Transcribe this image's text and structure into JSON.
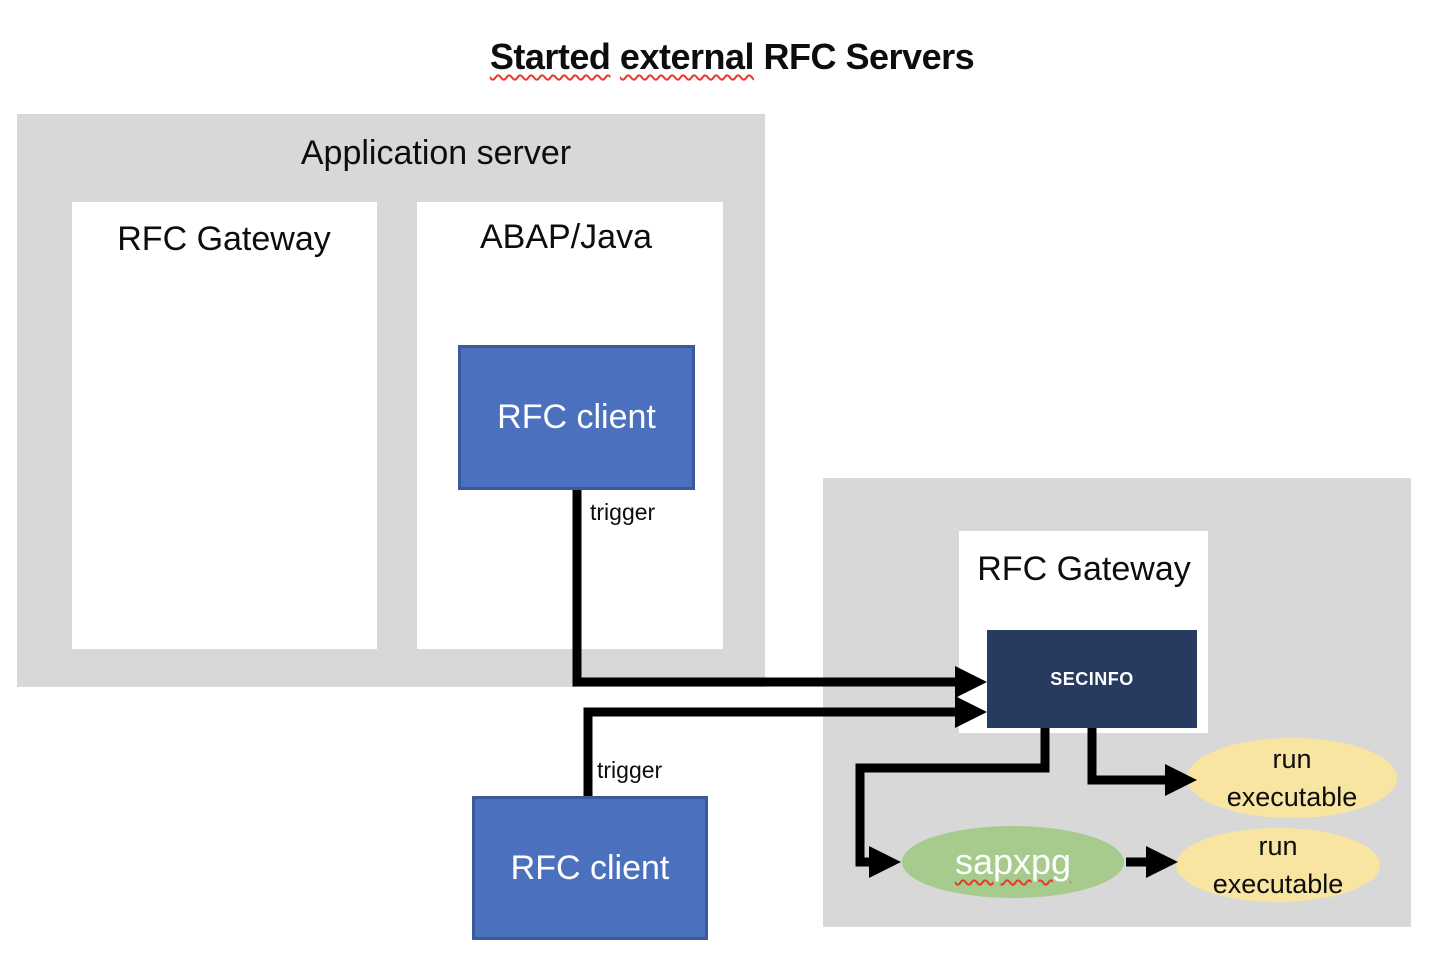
{
  "title": {
    "word1": "Started",
    "word2": "external",
    "word3": "RFC Servers"
  },
  "application_server": {
    "label": "Application server",
    "rfc_gateway": {
      "label": "RFC Gateway"
    },
    "abap_java": {
      "label": "ABAP/Java",
      "rfc_client": {
        "label": "RFC client"
      }
    },
    "trigger_label": "trigger"
  },
  "external_client": {
    "label": "RFC client",
    "trigger_label": "trigger"
  },
  "gateway_panel": {
    "rfc_gateway": {
      "label": "RFC Gateway",
      "secinfo": {
        "label": "SECINFO"
      }
    },
    "sapxpg": {
      "label": "sapxpg"
    },
    "run_executable_top": {
      "line1": "run",
      "line2": "executable"
    },
    "run_executable_bottom": {
      "line1": "run",
      "line2": "executable"
    }
  },
  "colors": {
    "panel-gray": "#D8D8D8",
    "client-blue": "#4B71BE",
    "client-blue-border": "#3A5A99",
    "secinfo-navy": "#263B5F",
    "sapxpg-green": "#A6CB8D",
    "exec-yellow": "#F8E5A1",
    "arrow-black": "#000000",
    "squiggle-red": "#E8392E",
    "text-black": "#0D0D0D",
    "text-white": "#FFFFFF"
  }
}
